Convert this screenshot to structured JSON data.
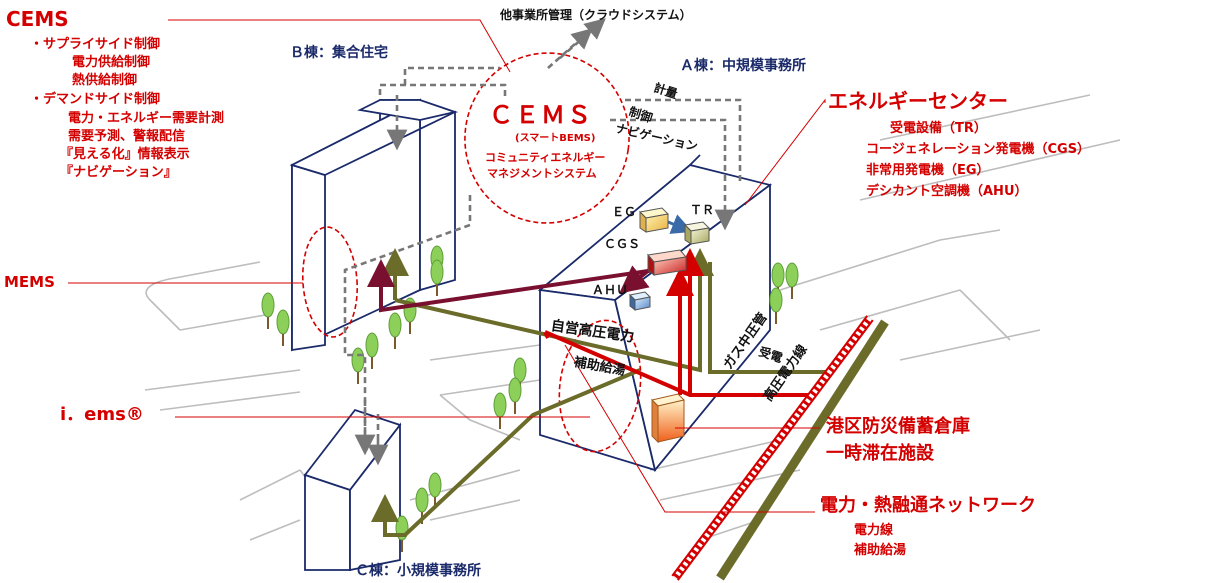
{
  "left_panel": {
    "title": "CEMS",
    "supply_heading": "・サプライサイド制御",
    "supply_items": [
      "電力供給制御",
      "熱供給制御"
    ],
    "demand_heading": "・デマンドサイド制御",
    "demand_items": [
      "電力・エネルギー需要計測",
      "需要予測、警報配信",
      "『見える化』情報表示",
      "『ナビゲーション』"
    ],
    "mems": "MEMS",
    "iems": "i．ems®"
  },
  "top": {
    "cloud": "他事業所管理（クラウドシステム）"
  },
  "buildings": {
    "b": "Ｂ棟：集合住宅",
    "a": "Ａ棟：中規模事務所",
    "c": "Ｃ棟：小規模事務所"
  },
  "cems_bubble": {
    "title": "ＣＥＭＳ",
    "sub": "(スマートBEMS)",
    "desc1": "コミュニティエネルギー",
    "desc2": "マネジメントシステム"
  },
  "flow_labels": {
    "measure": "計量",
    "control": "制御",
    "nav": "ナビゲーション"
  },
  "equip_tags": {
    "eg": "ＥＧ",
    "tr": "ＴＲ",
    "cgs": "ＣＧＳ",
    "ahu": "ＡＨＵ"
  },
  "energy_center": {
    "title": "エネルギーセンター",
    "items": [
      "受電設備（TR）",
      "コージェネレーション発電機（CGS）",
      "非常用発電機（EG）",
      "デシカント空調機（AHU）"
    ]
  },
  "lines": {
    "private_hv": "自営高圧電力",
    "hot_water": "補助給湯",
    "receive": "受電",
    "gas": "ガス中圧管",
    "hv_line": "高圧電力線"
  },
  "right_labels": {
    "warehouse1": "港区防災備蓄倉庫",
    "warehouse2": "一時滞在施設",
    "network": "電力・熱融通ネットワーク",
    "network_items": [
      "電力線",
      "補助給湯"
    ]
  },
  "colors": {
    "accent_red": "#d40000",
    "navy": "#1a2a6a",
    "power_line": "#7a1030",
    "hot_water_line": "#6b6b2a",
    "hv_red": "#d40000",
    "gas": "#6b6b2a",
    "callout": "#d40000"
  }
}
